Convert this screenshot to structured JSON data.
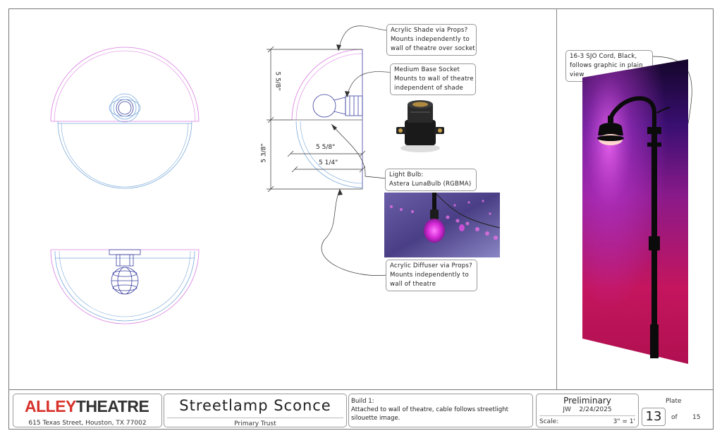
{
  "notes": {
    "shade": [
      "Acrylic Shade via Props?",
      "Mounts independently to",
      "wall of theatre over socket"
    ],
    "socket": [
      "Medium Base Socket",
      "Mounts to wall of theatre",
      "independent of shade"
    ],
    "bulb": [
      "Light Bulb:",
      "Astera LunaBulb (RGBMA)"
    ],
    "diffuser": [
      "Acrylic Diffuser via Props?",
      "Mounts independently to",
      "wall of theatre"
    ],
    "cord": [
      "16-3 SJO Cord, Black,",
      "follows graphic in plain",
      "view"
    ]
  },
  "dimensions": {
    "upper_height": "5 5/8\"",
    "lower_height": "5 3/8\"",
    "width_a": "5 5/8\"",
    "width_b": "5 1/4\""
  },
  "title_block": {
    "logo_red": "ALLEY",
    "logo_dark": "THEATRE",
    "address": "615 Texas Street, Houston, TX 77002",
    "project_title": "Streetlamp Sconce",
    "project_subtitle": "Primary Trust",
    "build_lines": [
      "Build 1:",
      "Attached to wall of theatre, cable follows streetlight",
      "silouette image."
    ],
    "status": "Preliminary",
    "drawn_by": "JW",
    "date": "2/24/2025",
    "scale_label": "Scale:",
    "scale_value": "3\" = 1'",
    "plate_label": "Plate",
    "plate_number": "13",
    "of_label": "of",
    "total_plates": "15"
  },
  "colors": {
    "magenta_line": "#d87be0",
    "blue_line": "#7aa9d9",
    "navy_line": "#3a3f9e",
    "logo_red": "#d7322b",
    "glow_pink": "#d41a6a",
    "glow_purple": "#5a1a9a"
  }
}
